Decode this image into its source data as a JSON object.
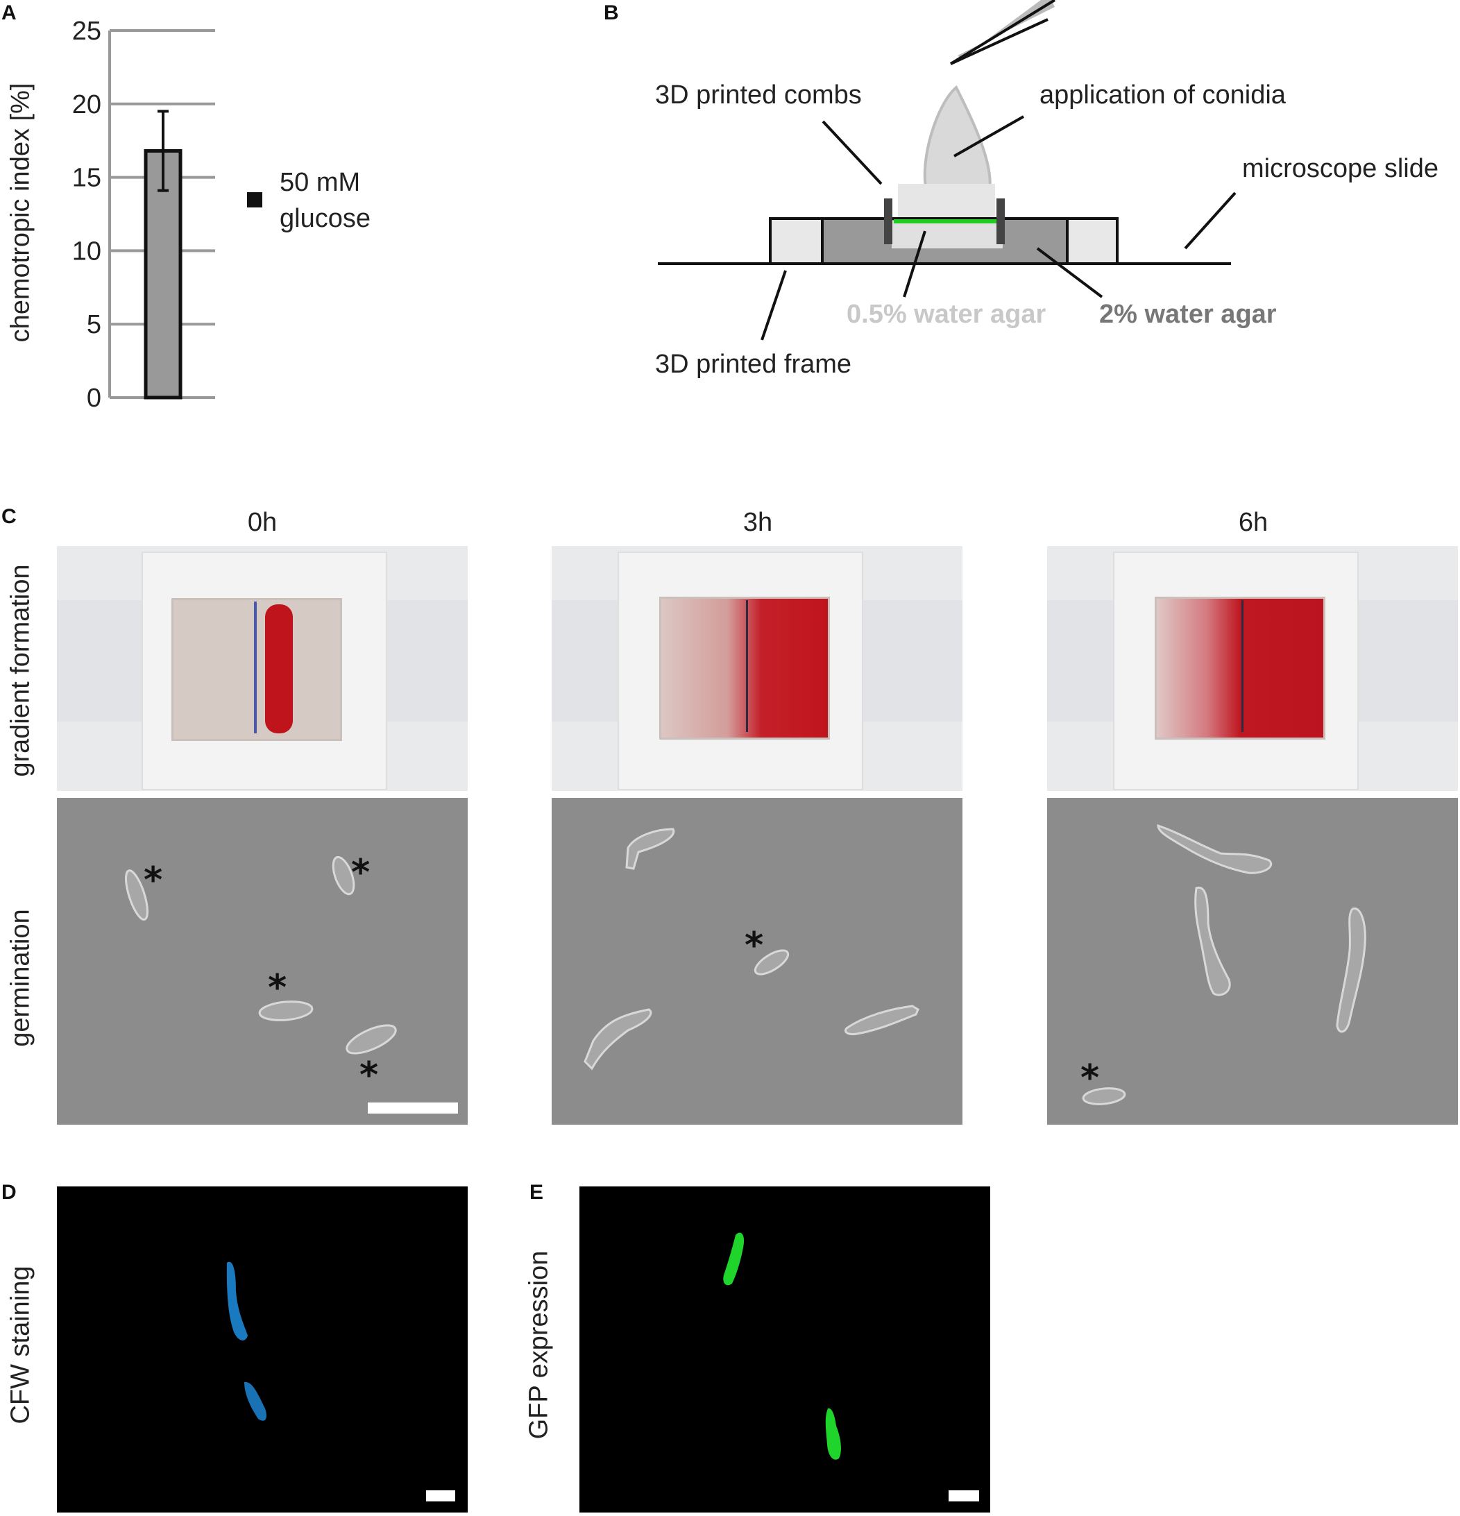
{
  "panels": {
    "a": {
      "letter": "A"
    },
    "b": {
      "letter": "B"
    },
    "c": {
      "letter": "C"
    },
    "d": {
      "letter": "D"
    },
    "e": {
      "letter": "E"
    }
  },
  "chart_data": {
    "type": "bar",
    "ylabel": "chemotropic index [%]",
    "xlabel": "",
    "ylim": [
      0,
      25
    ],
    "yticks": [
      "0",
      "5",
      "10",
      "15",
      "20",
      "25"
    ],
    "series": [
      {
        "name": "50 mM glucose",
        "values": [
          16.8
        ],
        "error": [
          2.7
        ]
      }
    ],
    "legend": {
      "line1": "50 mM",
      "line2": "glucose",
      "placement": "right"
    },
    "colors": {
      "bar": "#999999",
      "grid": "#999999"
    }
  },
  "diagram": {
    "combs_label": "3D printed combs",
    "conidia_label": "application of conidia",
    "slide_label": "microscope slide",
    "soft_agar_label": "0.5% water agar",
    "hard_agar_label": "2% water agar",
    "frame_label": "3D printed frame",
    "colors": {
      "green_line": "#22cc22",
      "soft_agar": "#c8c8c8",
      "hard_agar": "#777777"
    }
  },
  "timecourse": {
    "times": [
      "0h",
      "3h",
      "6h"
    ],
    "rows": [
      "gradient formation",
      "germination"
    ],
    "asterisk": "*"
  },
  "fluorescence": {
    "d_label": "CFW staining",
    "e_label": "GFP expression",
    "colors": {
      "cfw": "#1e8fe0",
      "gfp": "#1fd42a"
    }
  }
}
